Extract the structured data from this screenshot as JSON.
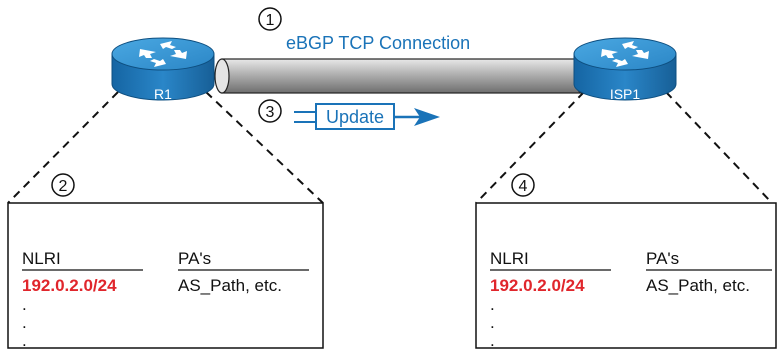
{
  "connection": {
    "step": "1",
    "label": "eBGP TCP Connection"
  },
  "routers": [
    {
      "name": "R1"
    },
    {
      "name": "ISP1"
    }
  ],
  "update": {
    "step": "3",
    "label": "Update"
  },
  "tables": [
    {
      "step": "2",
      "col1_header": "NLRI",
      "col2_header": "PA's",
      "prefix": "192.0.2.0/24",
      "attributes": "AS_Path, etc.",
      "dots": [
        ".",
        ".",
        "."
      ]
    },
    {
      "step": "4",
      "col1_header": "NLRI",
      "col2_header": "PA's",
      "prefix": "192.0.2.0/24",
      "attributes": "AS_Path, etc.",
      "dots": [
        ".",
        ".",
        "."
      ]
    }
  ],
  "colors": {
    "blue_text": "#1a73b8",
    "prefix_red": "#e0262c",
    "router_body": "#1f7fbf",
    "router_top": "#3c9ad6",
    "link_gray": "#9a9a9a"
  }
}
